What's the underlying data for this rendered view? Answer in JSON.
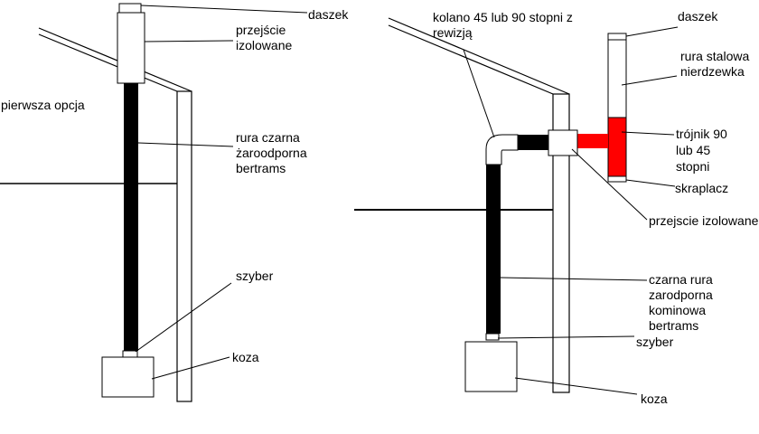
{
  "colors": {
    "line": "#000000",
    "pipe_black": "#000000",
    "pipe_red": "#ff0000",
    "background": "#ffffff",
    "outline": "#000000"
  },
  "left_option": {
    "title": "pierwsza opcja",
    "labels": {
      "cap": "daszek",
      "insulated_passage_line1": "przejście",
      "insulated_passage_line2": "izolowane",
      "black_pipe_line1": "rura czarna",
      "black_pipe_line2": "żaroodporna",
      "black_pipe_line3": "bertrams",
      "damper": "szyber",
      "stove": "koza"
    }
  },
  "right_option": {
    "labels": {
      "elbow_line1": "kolano 45 lub 90 stopni z",
      "elbow_line2": "rewizją",
      "cap": "daszek",
      "steel_pipe_line1": "rura stalowa",
      "steel_pipe_line2": "nierdzewka",
      "tee_line1": "trójnik 90",
      "tee_line2": "lub 45",
      "tee_line3": "stopni",
      "condenser": "skraplacz",
      "insulated_passage": "przejscie izolowane",
      "black_pipe_line1": "czarna rura",
      "black_pipe_line2": "zarodporna",
      "black_pipe_line3": "kominowa",
      "black_pipe_line4": "bertrams",
      "damper": "szyber",
      "stove": "koza"
    }
  }
}
